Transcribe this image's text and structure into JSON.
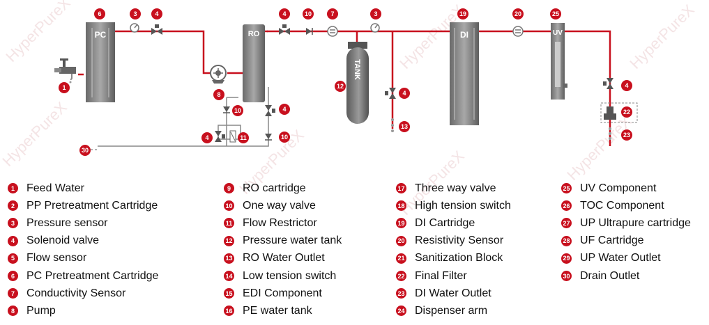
{
  "brand_color": "#c8101e",
  "watermark": "HyperPureX",
  "units": {
    "pc": "PC",
    "ro": "RO",
    "tank": "TANK",
    "di": "DI",
    "uv": "UV"
  },
  "callouts": {
    "c1": "1",
    "c3a": "3",
    "c3b": "3",
    "c4a": "4",
    "c4b": "4",
    "c4c": "4",
    "c4d": "4",
    "c4e": "4",
    "c6": "6",
    "c7": "7",
    "c8": "8",
    "c10a": "10",
    "c10b": "10",
    "c10c": "10",
    "c11": "11",
    "c12": "12",
    "c13": "13",
    "c19": "19",
    "c20": "20",
    "c22": "22",
    "c23": "23",
    "c25": "25",
    "c30": "30"
  },
  "legend": [
    [
      {
        "num": "1",
        "label": "Feed Water"
      },
      {
        "num": "2",
        "label": "PP Pretreatment Cartridge"
      },
      {
        "num": "3",
        "label": "Pressure sensor"
      },
      {
        "num": "4",
        "label": "Solenoid valve"
      },
      {
        "num": "5",
        "label": "Flow sensor"
      },
      {
        "num": "6",
        "label": "PC Pretreatment Cartridge"
      },
      {
        "num": "7",
        "label": "Conductivity Sensor"
      },
      {
        "num": "8",
        "label": "Pump"
      }
    ],
    [
      {
        "num": "9",
        "label": "RO cartridge"
      },
      {
        "num": "10",
        "label": "One way valve"
      },
      {
        "num": "11",
        "label": "Flow Restrictor"
      },
      {
        "num": "12",
        "label": "Pressure water tank"
      },
      {
        "num": "13",
        "label": "RO Water Outlet"
      },
      {
        "num": "14",
        "label": "Low tension switch"
      },
      {
        "num": "15",
        "label": "EDI Component"
      },
      {
        "num": "16",
        "label": "PE water tank"
      }
    ],
    [
      {
        "num": "17",
        "label": "Three way valve"
      },
      {
        "num": "18",
        "label": "High tension switch"
      },
      {
        "num": "19",
        "label": "DI Cartridge"
      },
      {
        "num": "20",
        "label": "Resistivity Sensor"
      },
      {
        "num": "21",
        "label": "Sanitization Block"
      },
      {
        "num": "22",
        "label": "Final Filter"
      },
      {
        "num": "23",
        "label": "DI Water Outlet"
      },
      {
        "num": "24",
        "label": "Dispenser arm"
      }
    ],
    [
      {
        "num": "25",
        "label": "UV Component"
      },
      {
        "num": "26",
        "label": "TOC Component"
      },
      {
        "num": "27",
        "label": "UP Ultrapure cartridge"
      },
      {
        "num": "28",
        "label": "UF Cartridge"
      },
      {
        "num": "29",
        "label": "UP Water Outlet"
      },
      {
        "num": "30",
        "label": "Drain Outlet"
      }
    ]
  ]
}
